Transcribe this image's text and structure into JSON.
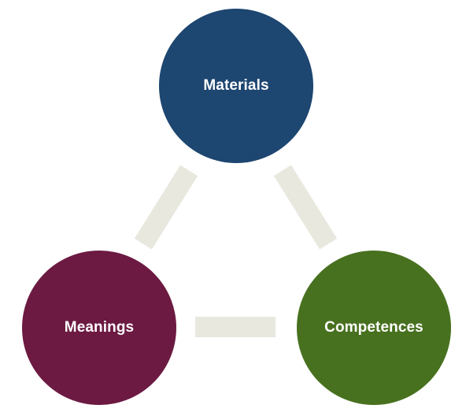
{
  "diagram": {
    "nodes": {
      "top": {
        "label": "Materials",
        "color": "#1d4670"
      },
      "left": {
        "label": "Meanings",
        "color": "#6c1a42"
      },
      "right": {
        "label": "Competences",
        "color": "#48711f"
      }
    },
    "connector_color": "#e8e8df"
  }
}
